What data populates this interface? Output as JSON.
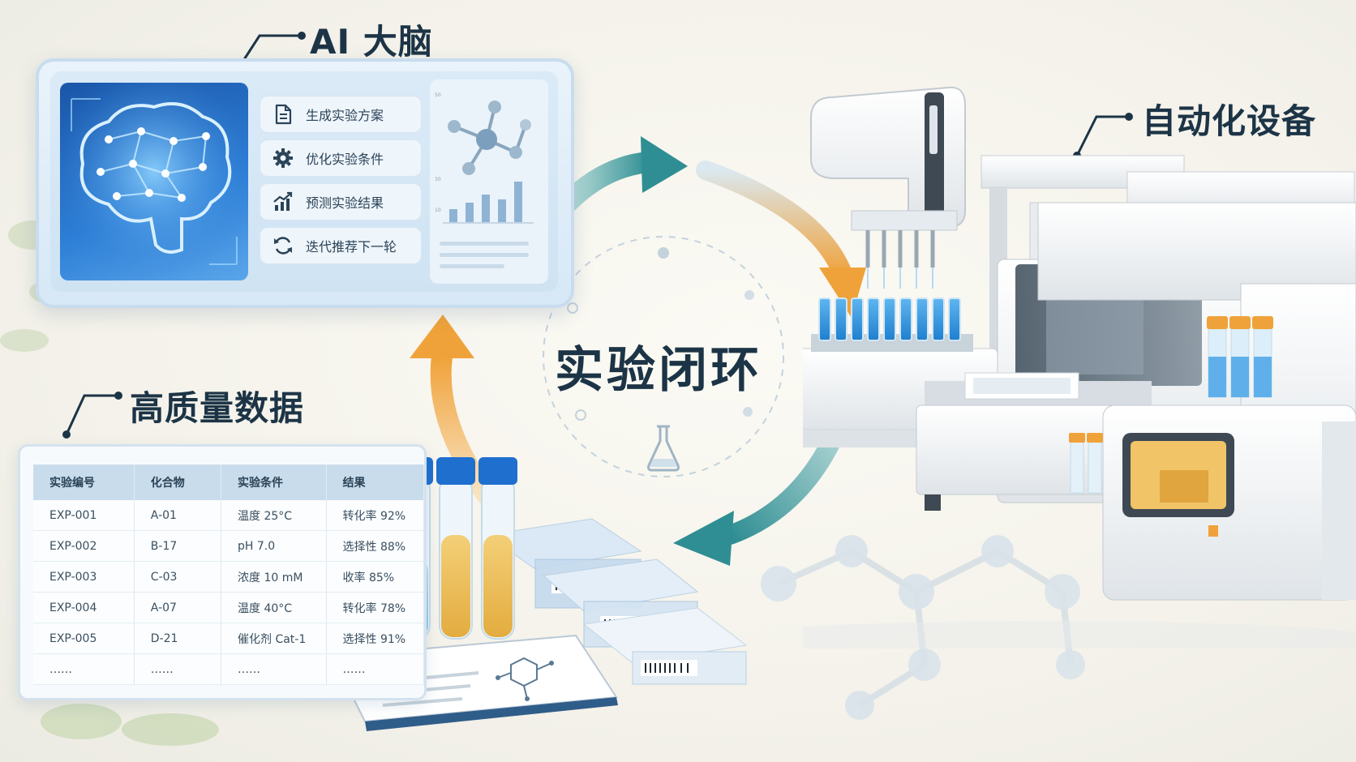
{
  "center": {
    "title": "实验闭环"
  },
  "ai_brain": {
    "heading": "AI 大脑",
    "menu": [
      {
        "label": "生成实验方案",
        "icon": "document-icon"
      },
      {
        "label": "优化实验条件",
        "icon": "gear-icon"
      },
      {
        "label": "预测实验结果",
        "icon": "trend-chart-icon"
      },
      {
        "label": "迭代推荐下一轮",
        "icon": "refresh-icon"
      }
    ],
    "chart_ticks": [
      "50",
      "30",
      "10"
    ]
  },
  "automation": {
    "heading": "自动化设备"
  },
  "data": {
    "heading": "高质量数据",
    "columns": [
      "实验编号",
      "化合物",
      "实验条件",
      "结果"
    ],
    "rows": [
      [
        "EXP-001",
        "A-01",
        "温度 25°C",
        "转化率 92%"
      ],
      [
        "EXP-002",
        "B-17",
        "pH 7.0",
        "选择性 88%"
      ],
      [
        "EXP-003",
        "C-03",
        "浓度 10 mM",
        "收率 85%"
      ],
      [
        "EXP-004",
        "A-07",
        "温度 40°C",
        "转化率 78%"
      ],
      [
        "EXP-005",
        "D-21",
        "催化剂 Cat-1",
        "选择性 91%"
      ],
      [
        "……",
        "……",
        "……",
        "……"
      ]
    ]
  },
  "colors": {
    "teal": "#2f8e93",
    "orange": "#f0a23a",
    "brain_blue": "#2d7ed6",
    "liquid_blue": "#2c8fd8",
    "liquid_amber": "#e8b447"
  }
}
